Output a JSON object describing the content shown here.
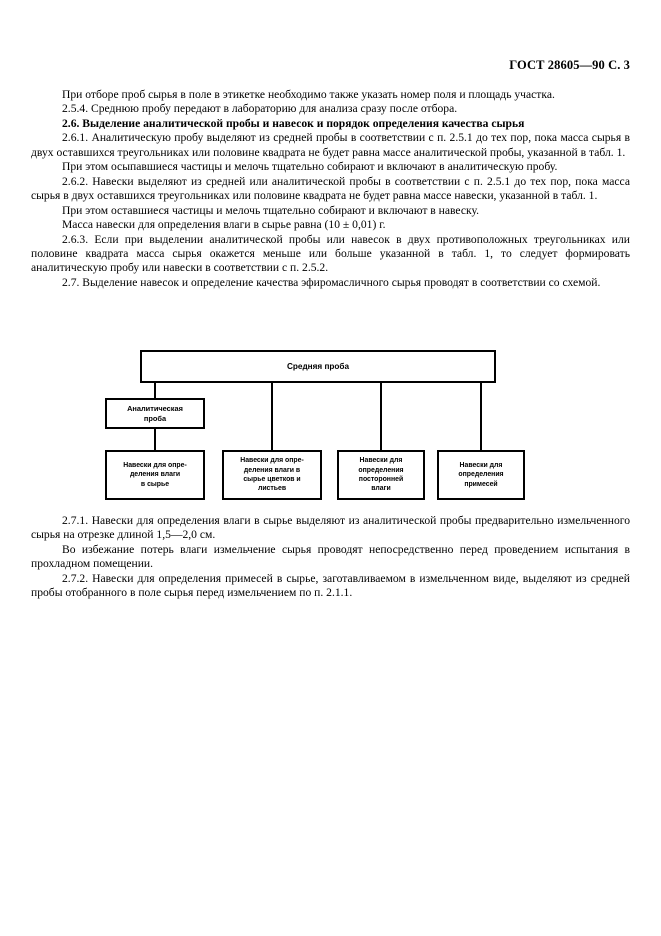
{
  "header": {
    "running_head": "ГОСТ 28605—90 С. 3"
  },
  "body_upper": {
    "paragraphs": [
      "При отборе проб сырья в поле в этикетке необходимо также указать номер поля и площадь участка.",
      "2.5.4.  Среднюю пробу передают в лабораторию для анализа сразу после отбора.",
      "2.6.  Выделение аналитической пробы и навесок и порядок определения качества сырья",
      "2.6.1.  Аналитическую пробу выделяют из средней пробы в соответствии с п. 2.5.1 до тех пор, пока масса сырья в двух оставшихся треугольниках или половине квадрата не будет равна массе аналитической пробы, указанной в табл. 1.",
      "При этом осыпавшиеся частицы и мелочь тщательно собирают и включают в аналитическую пробу.",
      "2.6.2.  Навески выделяют из средней или аналитической пробы в соответствии с п. 2.5.1 до тех пор, пока масса сырья в двух оставшихся треугольниках или половине квадрата не будет равна массе навески, указанной в табл. 1.",
      "При этом оставшиеся частицы и мелочь тщательно собирают и включают в навеску.",
      "Масса навески для определения влаги в сырье равна (10 ± 0,01) г.",
      "2.6.3. Если при выделении аналитической пробы или навесок в двух противоположных треугольниках или половине квадрата масса сырья окажется меньше или больше указанной в табл. 1, то следует формировать аналитическую пробу или навески в соответствии с п. 2.5.2.",
      "2.7.  Выделение навесок и определение качества эфиромасличного сырья проводят в соответствии со схемой."
    ]
  },
  "scheme": {
    "nodes": {
      "average_sample": "Средняя проба",
      "analytical_sample": "Аналитическая\nпроба",
      "moisture_in_raw": "Навески для опре-\nделения влаги\nв сырье",
      "moisture_flowers_leaves": "Навески для опре-\nделения влаги в\nсырье цветков и\nлистьев",
      "foreign_moisture": "Навески для\nопределения\nпосторонней\nвлаги",
      "impurities": "Навески для\nопределения\nпримесей"
    }
  },
  "body_lower": {
    "paragraphs": [
      "2.7.1.  Навески для определения влаги в сырье выделяют из аналитической пробы предварительно измельченного сырья на отрезке длиной 1,5—2,0 см.",
      "Во избежание потерь влаги измельчение сырья проводят непосредственно перед проведением испытания в прохладном помещении.",
      "2.7.2. Навески для определения примесей в сырье, заготавливаемом в измельченном виде, выделяют из средней пробы отобранного в поле сырья перед измельчением по п. 2.1.1."
    ]
  }
}
